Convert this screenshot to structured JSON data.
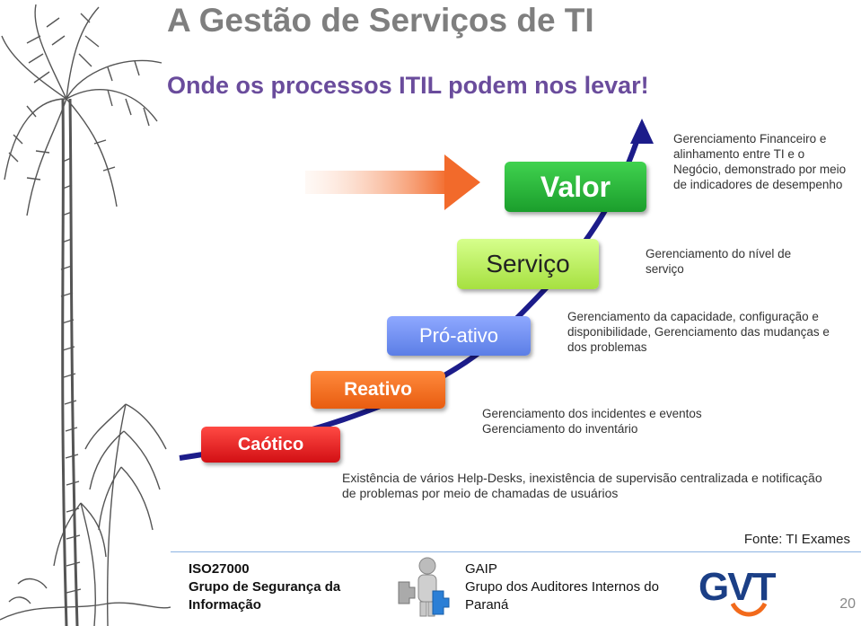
{
  "title": "A Gestão de Serviços de TI",
  "subtitle": "Onde os processos ITIL podem nos levar!",
  "levels": [
    {
      "label": "Caótico",
      "color": "#e8151b",
      "description": [
        "Existência de vários Help-Desks, inexistência de supervisão centralizada e notificação",
        "de problemas por meio de chamadas de usuários"
      ]
    },
    {
      "label": "Reativo",
      "color": "#f26a1b",
      "description": [
        "Gerenciamento dos incidentes e eventos",
        "Gerenciamento do inventário"
      ]
    },
    {
      "label": "Pró-ativo",
      "color": "#6f8ef0",
      "description": [
        "Gerenciamento da capacidade, configuração e",
        "disponibilidade, Gerenciamento das mudanças e",
        "dos problemas"
      ]
    },
    {
      "label": "Serviço",
      "color": "#b6e85a",
      "description": [
        "Gerenciamento do nível de",
        "serviço"
      ]
    },
    {
      "label": "Valor",
      "color": "#27b53a",
      "description": [
        "Gerenciamento Financeiro e",
        "alinhamento entre TI e o",
        "Negócio, demonstrado por meio",
        "de indicadores de desempenho"
      ]
    }
  ],
  "source": "Fonte: TI Exames",
  "footer": {
    "left": [
      "ISO27000",
      "Grupo de Segurança da",
      "Informação"
    ],
    "middle": [
      "GAIP",
      "Grupo dos Auditores Internos do",
      "Paraná"
    ],
    "logo_text": "GVT",
    "page_number": "20"
  },
  "icons": {
    "decoration": "palm-tree-icon",
    "figure": "puzzle-figure-icon",
    "arrow": "orange-arrow-icon"
  }
}
